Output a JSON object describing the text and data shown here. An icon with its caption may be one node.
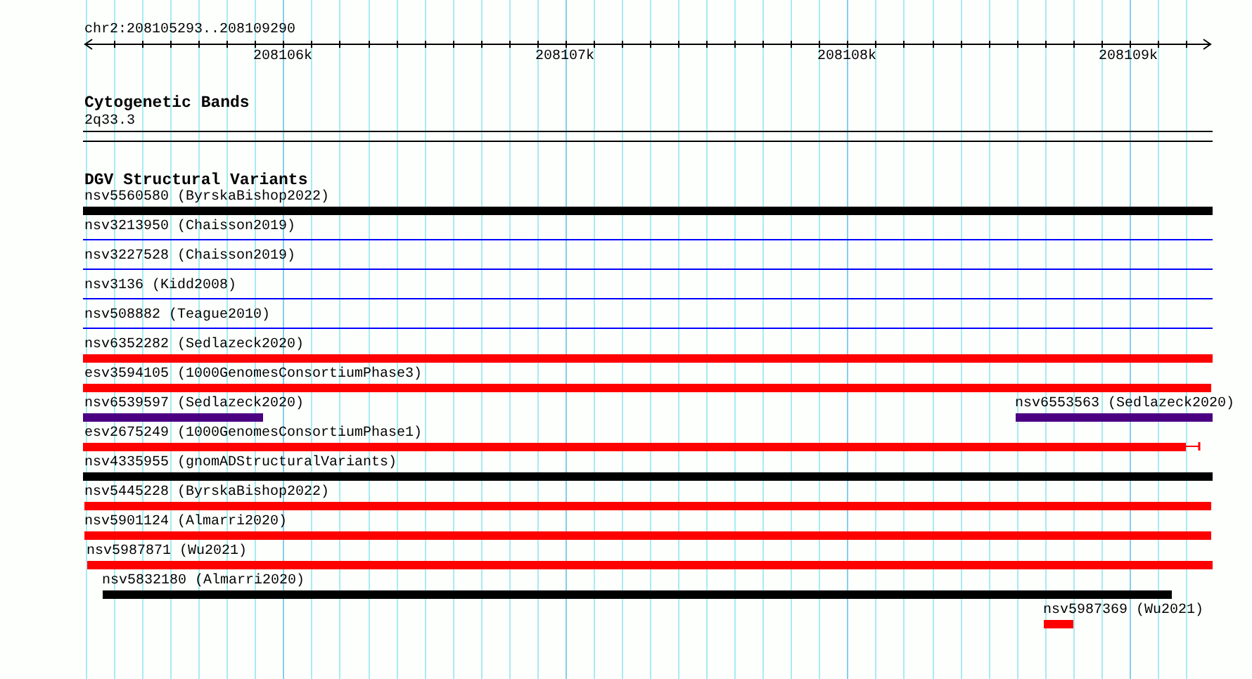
{
  "diagram": {
    "labels": [
      "chr2:208105293..208109290",
      "208106k",
      "208107k",
      "208108k",
      "208109k",
      "Cytogenetic Bands",
      "2q33.3",
      "DGV Structural Variants",
      "nsv5560580 (ByrskaBishop2022)",
      "nsv3213950 (Chaisson2019)",
      "nsv3227528 (Chaisson2019)",
      "nsv3136 (Kidd2008)",
      "nsv508882 (Teague2010)",
      "nsv6352282 (Sedlazeck2020)",
      "esv3594105 (1000GenomesConsortiumPhase3)",
      "nsv6539597 (Sedlazeck2020)",
      "nsv6553563 (Sedlazeck2020)",
      "esv2675249 (1000GenomesConsortiumPhase1)",
      "nsv4335955 (gnomADStructuralVariants)",
      "nsv5445228 (ByrskaBishop2022)",
      "nsv5901124 (Almarri2020)",
      "nsv5987871 (Wu2021)",
      "nsv5832180 (Almarri2020)",
      "nsv5987369 (Wu2021)"
    ]
  }
}
